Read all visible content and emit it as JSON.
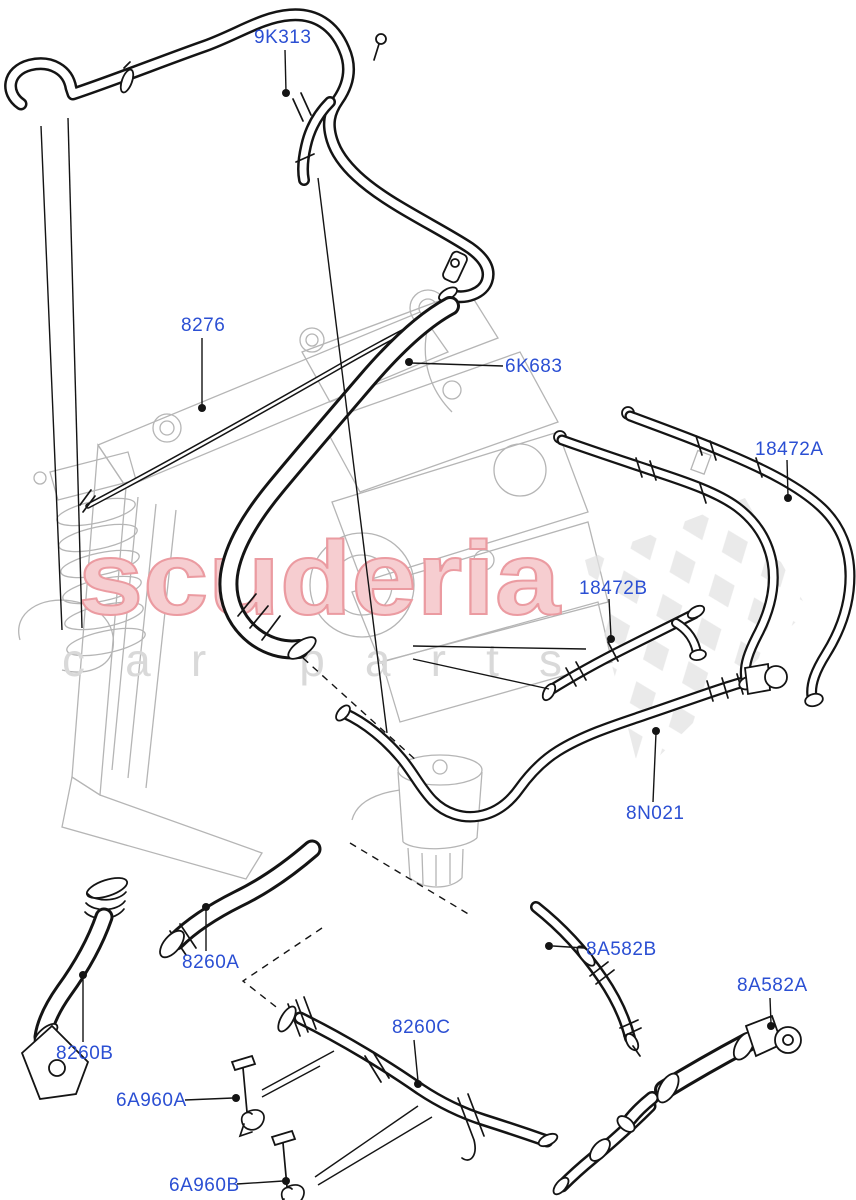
{
  "watermark": {
    "brand": "scuderia",
    "tagline": "car parts",
    "brand_color": "#f2b9bd",
    "tagline_color": "#d9d9d9"
  },
  "diagram": {
    "description": "Exploded parts diagram of engine cooling system hoses and pipes",
    "label_color": "#2b4fd3",
    "line_color": "#141414",
    "background_art_color": "#b5b5b5",
    "labels": [
      {
        "part": "9K313"
      },
      {
        "part": "8276"
      },
      {
        "part": "6K683"
      },
      {
        "part": "18472A"
      },
      {
        "part": "18472B"
      },
      {
        "part": "8N021"
      },
      {
        "part": "8260A"
      },
      {
        "part": "8260B"
      },
      {
        "part": "8260C"
      },
      {
        "part": "6A960A"
      },
      {
        "part": "6A960B"
      },
      {
        "part": "8A582B"
      },
      {
        "part": "8A582A"
      }
    ]
  }
}
